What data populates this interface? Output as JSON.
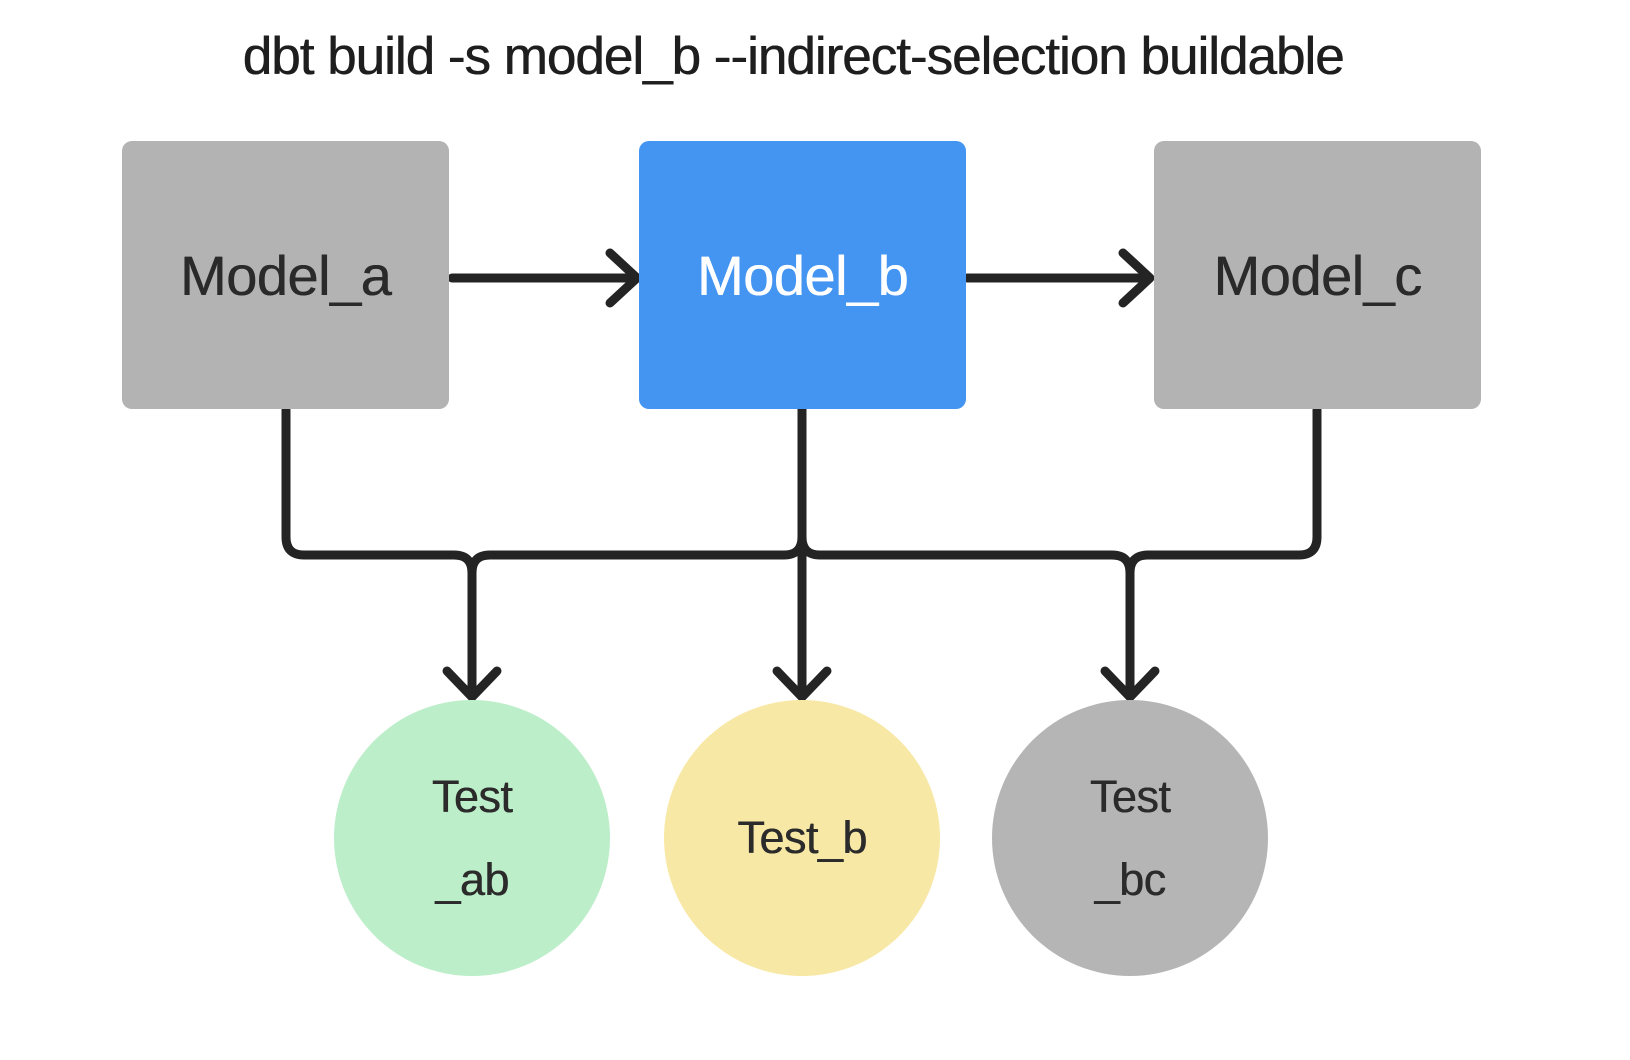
{
  "title": "dbt build -s model_b --indirect-selection buildable",
  "diagram": {
    "models": [
      {
        "id": "model_a",
        "label": "Model_a",
        "fill": "#b3b3b3",
        "text_color": "#2a2a2a"
      },
      {
        "id": "model_b",
        "label": "Model_b",
        "fill": "#4495f2",
        "text_color": "#ffffff"
      },
      {
        "id": "model_c",
        "label": "Model_c",
        "fill": "#b3b3b3",
        "text_color": "#2a2a2a"
      }
    ],
    "tests": [
      {
        "id": "test_ab",
        "label_lines": [
          "Test",
          "_ab"
        ],
        "fill": "#bceec9",
        "text_color": "#2b2b2b"
      },
      {
        "id": "test_b",
        "label_lines": [
          "Test_b"
        ],
        "fill": "#f8e8a6",
        "text_color": "#2b2b2b"
      },
      {
        "id": "test_bc",
        "label_lines": [
          "Test",
          "_bc"
        ],
        "fill": "#b5b5b5",
        "text_color": "#2b2b2b"
      }
    ],
    "edges": [
      {
        "from": "model_a",
        "to": "model_b"
      },
      {
        "from": "model_b",
        "to": "model_c"
      },
      {
        "from": "model_a",
        "to": "test_ab"
      },
      {
        "from": "model_b",
        "to": "test_ab"
      },
      {
        "from": "model_b",
        "to": "test_b"
      },
      {
        "from": "model_b",
        "to": "test_bc"
      },
      {
        "from": "model_c",
        "to": "test_bc"
      }
    ],
    "edge_color": "#242424"
  }
}
